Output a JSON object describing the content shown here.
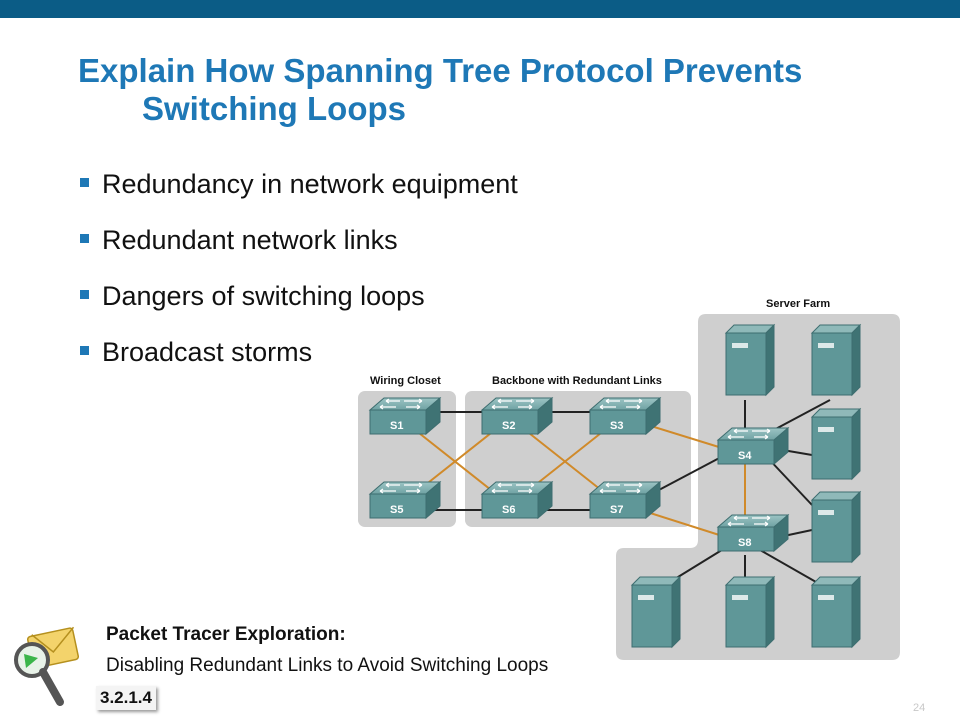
{
  "header": {
    "title_line1": "Explain How Spanning Tree Protocol Prevents",
    "title_line2": "Switching Loops"
  },
  "bullets": [
    "Redundancy in network equipment",
    "Redundant network links",
    "Dangers of switching loops",
    "Broadcast storms"
  ],
  "diagram": {
    "zones": {
      "server_farm": "Server Farm",
      "wiring_closet": "Wiring Closet",
      "backbone": "Backbone with Redundant Links"
    },
    "switches": [
      "S1",
      "S2",
      "S3",
      "S4",
      "S5",
      "S6",
      "S7",
      "S8"
    ],
    "colors": {
      "redundant_link": "#d08a2a",
      "active_link": "#222222",
      "zone": "#cfcfcf",
      "server": "#5f9798"
    }
  },
  "packet_tracer": {
    "title": "Packet Tracer Exploration:",
    "subtitle": "Disabling Redundant Links to Avoid Switching Loops",
    "activity": "3.2.1.4"
  },
  "page_number": "24"
}
